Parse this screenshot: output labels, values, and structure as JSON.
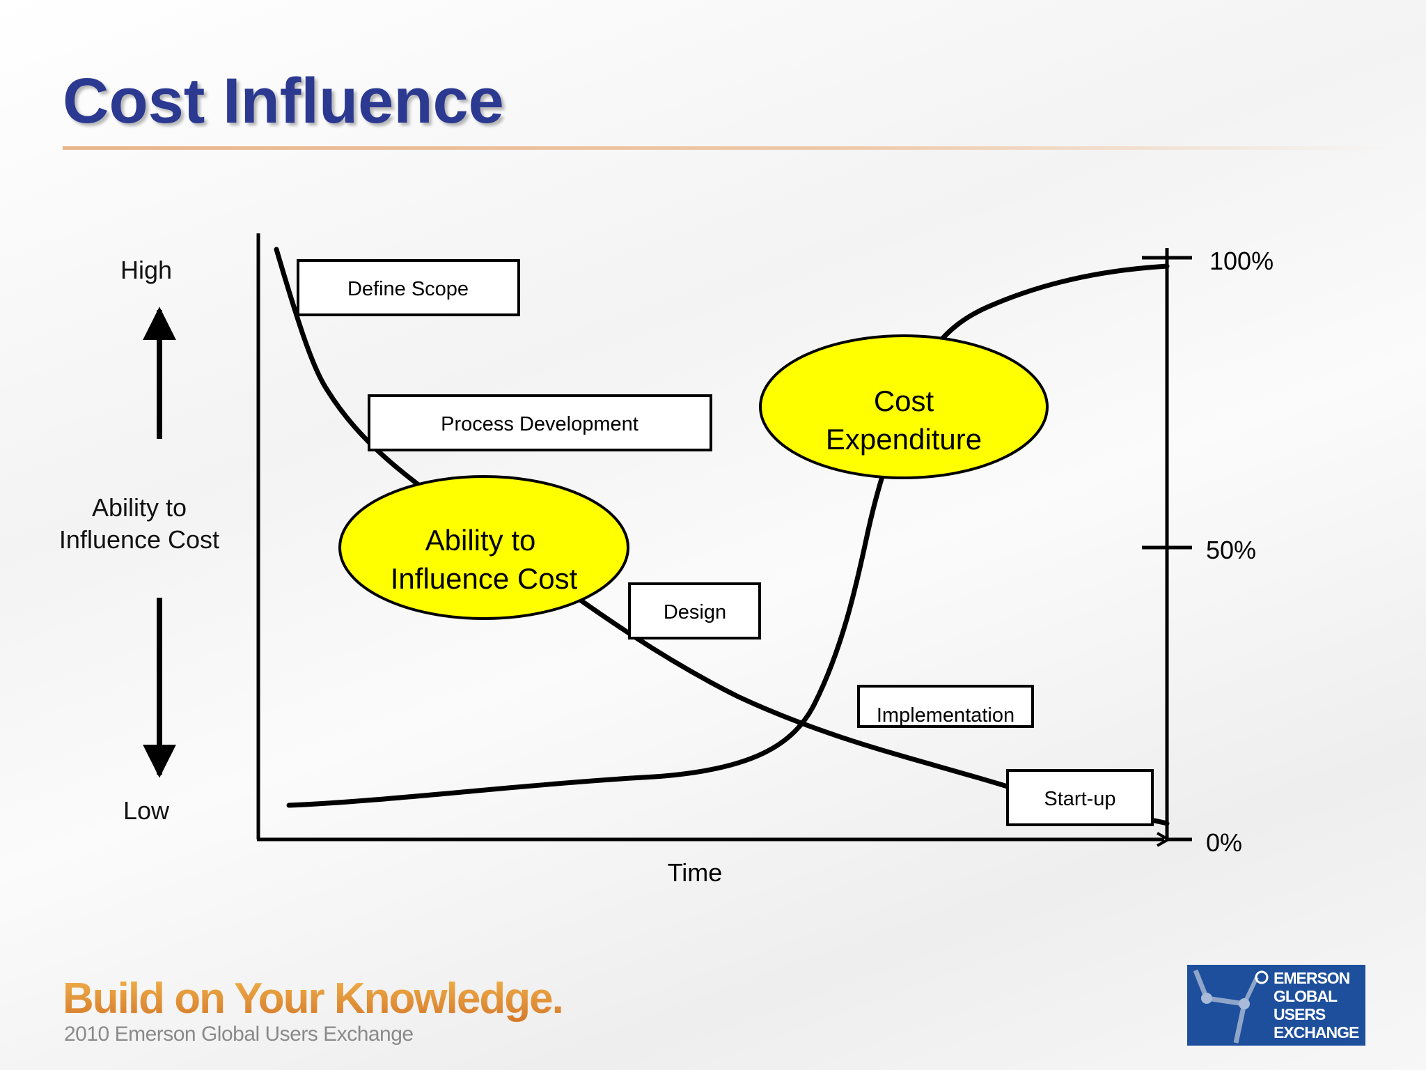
{
  "slide": {
    "title": "Cost Influence",
    "left_axis": {
      "high_label": "High",
      "low_label": "Low",
      "title_line1": "Ability to",
      "title_line2": "Influence Cost"
    },
    "right_axis": {
      "ticks": [
        "100%",
        "50%",
        "0%"
      ]
    },
    "x_axis": {
      "label": "Time"
    },
    "phases": [
      "Define Scope",
      "Process Development",
      "Design",
      "Implementation",
      "Start-up"
    ],
    "bubbles": {
      "influence": {
        "line1": "Ability to",
        "line2": "Influence Cost"
      },
      "expenditure": {
        "line1": "Cost",
        "line2": "Expenditure"
      }
    },
    "colors": {
      "title": "#2b3990",
      "bubble_fill": "#ffff00",
      "footer_accent": "#d9862b",
      "logo_bg": "#1e4f9c"
    },
    "footer": {
      "tagline": "Build on Your Knowledge.",
      "subtitle": "2010 Emerson Global Users Exchange",
      "logo_line1": "EMERSON",
      "logo_line2": "GLOBAL",
      "logo_line3": "USERS",
      "logo_line4": "EXCHANGE"
    }
  }
}
